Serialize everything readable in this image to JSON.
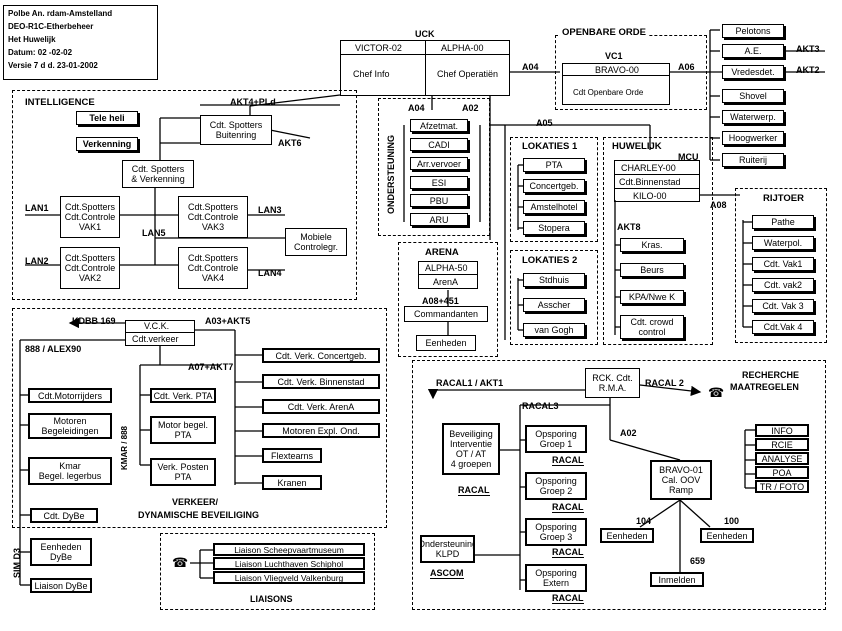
{
  "header": {
    "line1": "Polbe An.      rdam-Amstelland",
    "line2": "DEO-R1C-Etherbeheer",
    "line3": "Het Huwelijk",
    "line4": "Datum: 02 -02-02",
    "line5": "Versie  7 d d.  23-01-2002"
  },
  "uck": {
    "title": "UCK",
    "victor": "VICTOR-02",
    "alpha": "ALPHA-00",
    "chef_info": "Chef Info",
    "chef_operatien": "Chef Operatiën"
  },
  "openbare_orde": {
    "title": "OPENBARE ORDE",
    "vc1": "VC1",
    "bravo": "BRAVO-00",
    "cdt": "Cdt Openbare Orde",
    "a04": "A04",
    "a06": "A06",
    "units": [
      "Pelotons",
      "A.E.",
      "Vredesdet.",
      "Shovel",
      "Waterwerp.",
      "Hoogwerker",
      "Ruiterij"
    ],
    "akt3": "AKT3",
    "akt2": "AKT2"
  },
  "intelligence": {
    "title": "INTELLIGENCE",
    "akt4": "AKT4+PLd",
    "akt6": "AKT6",
    "tele": "Tele heli",
    "verkenning": "Verkenning",
    "spotters_buiten": [
      "Cdt. Spotters",
      "Buitenring"
    ],
    "spotters_verk": [
      "Cdt. Spotters",
      "& Verkenning"
    ],
    "vak1": [
      "Cdt.Spotters",
      "Cdt.Controle",
      "VAK1"
    ],
    "vak2": [
      "Cdt.Spotters",
      "Cdt.Controle",
      "VAK2"
    ],
    "vak3": [
      "Cdt.Spotters",
      "Cdt.Controle",
      "VAK3"
    ],
    "vak4": [
      "Cdt.Spotters",
      "Cdt.Controle",
      "VAK4"
    ],
    "lan1": "LAN1",
    "lan2": "LAN2",
    "lan3": "LAN3",
    "lan4": "LAN4",
    "lan5": "LAN5",
    "mobiele": [
      "Mobiele",
      "Controlegr."
    ]
  },
  "ondersteuning": {
    "title": "ONDERSTEUNING",
    "a04": "A04",
    "a02": "A02",
    "items": [
      "Afzetmat.",
      "CADI",
      "Arr.vervoer",
      "ESI",
      "PBU",
      "ARU"
    ]
  },
  "lokaties1": {
    "title": "LOKATIES 1",
    "a05": "A05",
    "items": [
      "PTA",
      "Concertgeb.",
      "Amstelhotel",
      "Stopera"
    ]
  },
  "lokaties2": {
    "title": "LOKATIES 2",
    "items": [
      "Stdhuis",
      "Asscher",
      "van Gogh"
    ]
  },
  "huwelijk": {
    "title": "HUWELIJK",
    "mcu": "MCU",
    "charley": "CHARLEY-00",
    "binnenstad": "Cdt.Binnenstad",
    "kilo": "KILO-00",
    "akt8": "AKT8",
    "items": [
      "Kras.",
      "Beurs",
      "KPA/Nwe K",
      "Cdt. crowd control"
    ]
  },
  "rijtoer": {
    "title": "RIJTOER",
    "a08": "A08",
    "items": [
      "Pathe",
      "Waterpol.",
      "Cdt. Vak1",
      "Cdt. vak2",
      "Cdt. Vak 3",
      "Cdt.Vak 4"
    ]
  },
  "arena": {
    "title": "ARENA",
    "alpha50": "ALPHA-50",
    "arena": "ArenA",
    "a08": "A08+451",
    "commandanten": "Commandanten",
    "eenheden": "Eenheden"
  },
  "verkeer": {
    "title1": "VERKEER/",
    "title2": "DYNAMISCHE BEVEILIGING",
    "kdbb": "KDBB 169",
    "vck": "V.C.K.",
    "cdt_verkeer": "Cdt.verkeer",
    "a03": "A03+AKT5",
    "alex": "888 / ALEX90",
    "a07": "A07+AKT7",
    "motorrijders": "Cdt.Motorrijders",
    "motoren_beg": [
      "Motoren",
      "Begeleidingen"
    ],
    "kmar": [
      "Kmar",
      "Begel. legerbus"
    ],
    "verk_pta": "Cdt. Verk. PTA",
    "motor_pta": [
      "Motor begel.",
      "PTA"
    ],
    "posten_pta": [
      "Verk. Posten",
      "PTA"
    ],
    "right_items": [
      "Cdt. Verk. Concertgeb.",
      "Cdt. Verk. Binnenstad",
      "Cdt. Verk. ArenA",
      "Motoren Expl. Ond.",
      "Flextearns",
      "Kranen"
    ],
    "vert_label": "KMAR / 888",
    "dybe": "Cdt. DyBe",
    "eenheden_dybe": [
      "Eenheden",
      "DyBe"
    ],
    "liaison_dybe": "Liaison DyBe",
    "sim": "SIM D3"
  },
  "liaisons": {
    "title": "LIAISONS",
    "items": [
      "Liaison Scheepvaartmuseum",
      "Liaison Luchthaven Schiphol",
      "Liaison Vliegveld Valkenburg"
    ]
  },
  "recherche": {
    "title1": "RECHERCHE",
    "title2": "MAATREGELEN",
    "racal1": "RACAL1 / AKT1",
    "rck1": "RCK. Cdt.",
    "rck2": "R.M.A.",
    "racal2": "RACAL 2",
    "racal3": "RACAL3",
    "beveiliging": [
      "Beveiliging",
      "Interventie",
      "OT / AT",
      "4 groepen"
    ],
    "racal": "RACAL",
    "groups": [
      [
        "Opsporing",
        "Groep 1"
      ],
      [
        "Opsporing",
        "Groep 2"
      ],
      [
        "Opsporing",
        "Groep 3"
      ],
      [
        "Opsporing",
        "Extern"
      ]
    ],
    "a02": "A02",
    "bravo01": [
      "BRAVO-01",
      "Cal. OOV",
      "Ramp"
    ],
    "n104": "104",
    "n100": "100",
    "n659": "659",
    "eenheden1": "Eenheden",
    "eenheden2": "Eenheden",
    "inmelden": "Inmelden",
    "klpd": [
      "Ondersteuning",
      "KLPD"
    ],
    "ascom": "ASCOM",
    "right_items": [
      "INFO",
      "RCIE",
      "ANALYSE",
      "POA",
      "TR / FOTO"
    ]
  }
}
